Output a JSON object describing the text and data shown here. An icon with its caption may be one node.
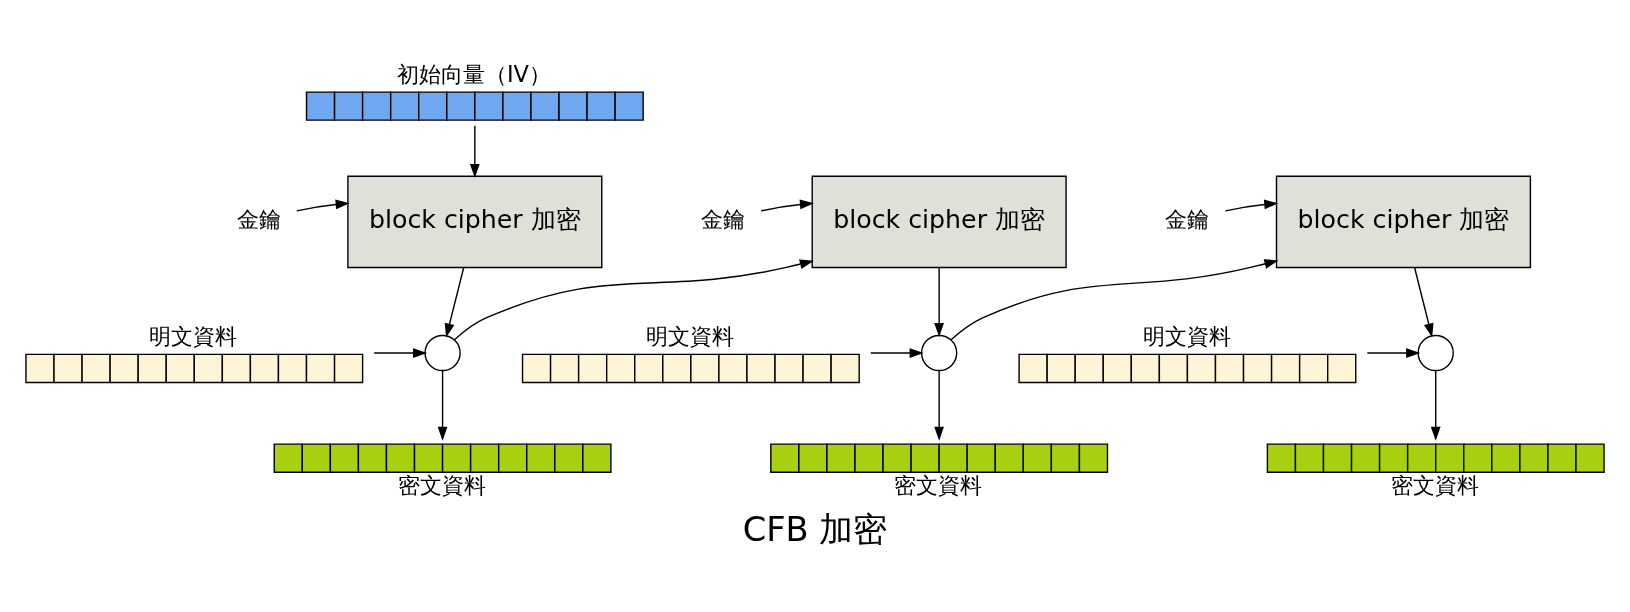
{
  "diagram": {
    "title": "CFB 加密",
    "nodes": [
      {
        "text": [
          "初始向量（IV）"
        ]
      },
      {
        "text": [
          "金鑰"
        ]
      },
      {
        "text": [
          "block cipher 加密"
        ]
      },
      {
        "text": [],
        "shape": "circle"
      },
      {
        "text": [
          "明文資料"
        ]
      },
      {
        "text": [
          "密文資料"
        ]
      },
      {
        "text": [
          "金鑰"
        ]
      },
      {
        "text": [
          "block cipher 加密"
        ]
      },
      {
        "text": [],
        "shape": "circle"
      },
      {
        "text": [
          "明文資料"
        ]
      },
      {
        "text": [
          "密文資料"
        ]
      },
      {
        "text": [
          "金鑰"
        ]
      },
      {
        "text": [
          "block cipher 加密"
        ]
      },
      {
        "text": [],
        "shape": "circle"
      },
      {
        "text": [
          "明文資料"
        ]
      },
      {
        "text": [
          "密文資料"
        ]
      }
    ],
    "edges": [
      {
        "from": 0,
        "to": 2,
        "arrow": "to"
      },
      {
        "from": 1,
        "to": 2,
        "arrow": "to"
      },
      {
        "from": 2,
        "to": 3,
        "arrow": "to"
      },
      {
        "from": 4,
        "to": 3,
        "arrow": "to"
      },
      {
        "from": 3,
        "to": 5,
        "arrow": "to"
      },
      {
        "from": 3,
        "to": 7,
        "arrow": "to"
      },
      {
        "from": 6,
        "to": 7,
        "arrow": "to"
      },
      {
        "from": 7,
        "to": 8,
        "arrow": "to"
      },
      {
        "from": 9,
        "to": 8,
        "arrow": "to"
      },
      {
        "from": 8,
        "to": 10,
        "arrow": "to"
      },
      {
        "from": 8,
        "to": 12,
        "arrow": "to"
      },
      {
        "from": 11,
        "to": 12,
        "arrow": "to"
      },
      {
        "from": 12,
        "to": 13,
        "arrow": "to"
      },
      {
        "from": 14,
        "to": 13,
        "arrow": "to"
      },
      {
        "from": 13,
        "to": 15,
        "arrow": "to"
      }
    ]
  }
}
